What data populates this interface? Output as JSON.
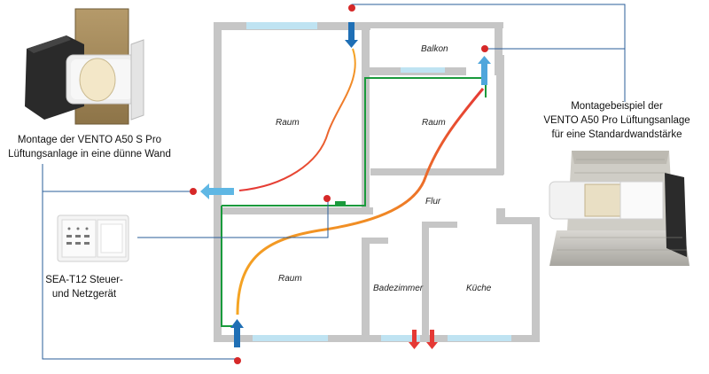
{
  "rooms": {
    "balkon": "Balkon",
    "raum_top_left": "Raum",
    "raum_top_right": "Raum",
    "flur": "Flur",
    "raum_bottom_left": "Raum",
    "badezimmer": "Badezimmer",
    "kueche": "Küche"
  },
  "captions": {
    "thin_wall_line1": "Montage der VENTO A50 S Pro",
    "thin_wall_line2": "Lüftungsanlage in eine dünne Wand",
    "controller_line1": "SEA-T12 Steuer-",
    "controller_line2": "und Netzgerät",
    "standard_line1": "Montagebeispiel der",
    "standard_line2": "VENTO A50 Pro Lüftungsanlage",
    "standard_line3": "für eine Standardwandstärke"
  },
  "colors": {
    "wall": "#c8c8c8",
    "window": "#bfe3f2",
    "cable": "#1a9a3c",
    "connector": "#1a5fa8",
    "arrow_blue": "#1f6fb5",
    "arrow_lightblue": "#5fb7e4",
    "arrow_red": "#e53935",
    "flow_warm": "#f29a1e",
    "flow_hot": "#e53935"
  }
}
